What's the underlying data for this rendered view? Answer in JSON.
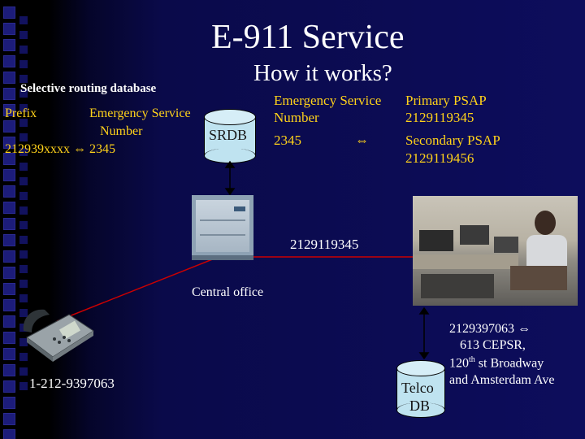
{
  "slide": {
    "title": "E-911 Service",
    "subtitle": "How it works?"
  },
  "srdb_panel": {
    "heading": "Selective routing database",
    "col_prefix": "Prefix",
    "col_esn_line1": "Emergency Service",
    "col_esn_line2": "Number",
    "row_value": "212939xxxx ⇔ 2345",
    "db_label": "SRDB"
  },
  "routing_table": {
    "esn_line1": "Emergency Service",
    "esn_line2": "Number",
    "esn_value": "2345",
    "arrow": "⇔",
    "primary_label": "Primary PSAP",
    "primary_number": "2129119345",
    "secondary_label": "Secondary PSAP",
    "secondary_number": "2129119456"
  },
  "network": {
    "psap_link_number": "2129119345",
    "central_office_label": "Central office",
    "caller_number": "1-212-9397063",
    "telco_db_line1": "Telco",
    "telco_db_line2": "DB",
    "ali_line1": "2129397063 ⇔",
    "ali_line2": "613 CEPSR,",
    "ali_line3_pre": "120",
    "ali_line3_sup": "th",
    "ali_line3_post": " st Broadway",
    "ali_line4": "and Amsterdam Ave"
  },
  "colors": {
    "background": "#0d0d5c",
    "title_text": "#ffffff",
    "table_text": "#ffd21a",
    "link_line": "#cc0000",
    "db_fill": "#bfe3f0"
  }
}
